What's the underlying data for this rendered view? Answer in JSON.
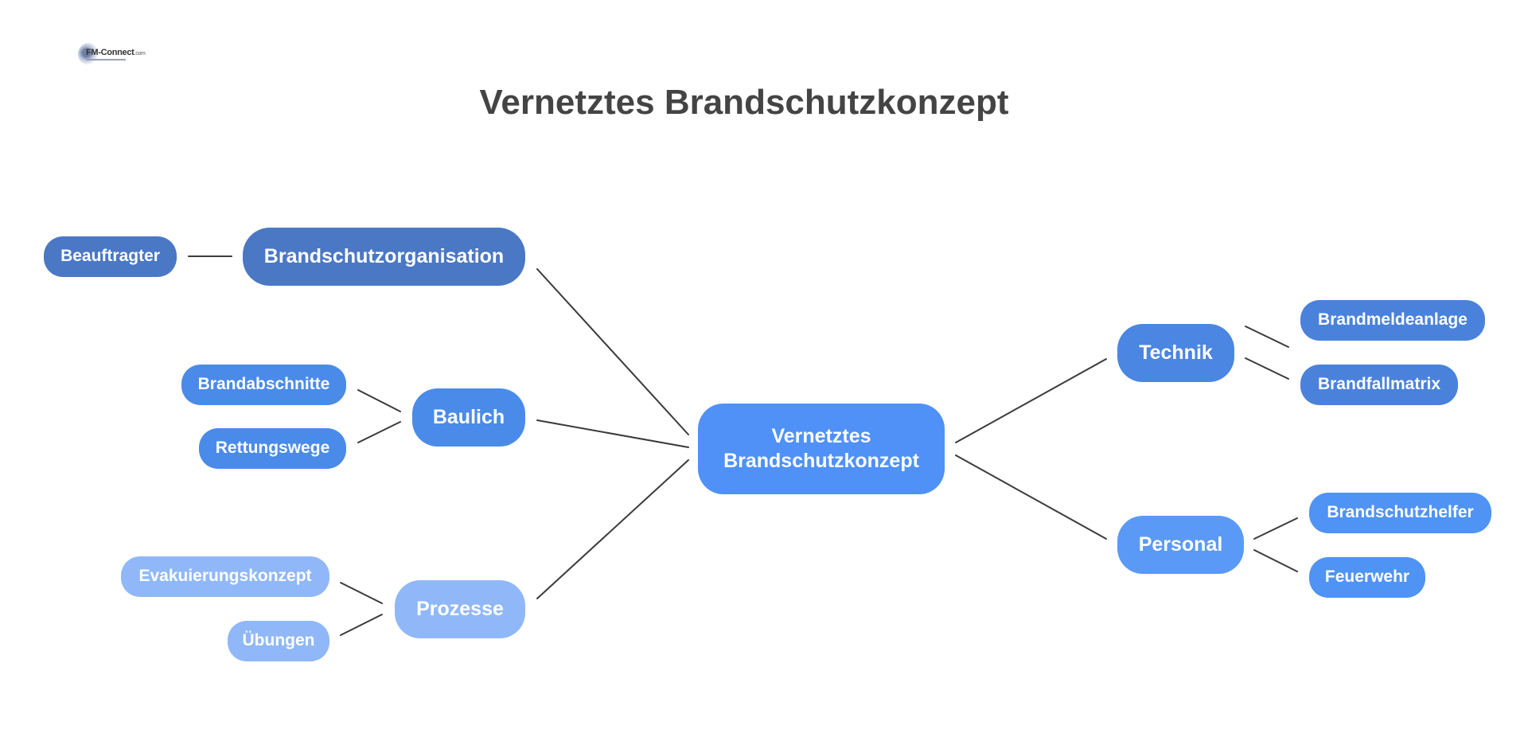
{
  "logo": {
    "text": "FM-Connect",
    "domain": ".com"
  },
  "title": "Vernetztes Brandschutzkonzept",
  "colors": {
    "center": "#4f91f7",
    "organisation": "#4a78c5",
    "baulich": "#4a8be9",
    "prozesse": "#90b8f8",
    "technik": "#4a86e2",
    "personal": "#5a9af6",
    "lines": "#3a3a3a"
  },
  "center": {
    "line1": "Vernetztes",
    "line2": "Brandschutzkonzept"
  },
  "branches": {
    "organisation": {
      "label": "Brandschutzorganisation",
      "children": [
        "Beauftragter"
      ]
    },
    "baulich": {
      "label": "Baulich",
      "children": [
        "Brandabschnitte",
        "Rettungswege"
      ]
    },
    "prozesse": {
      "label": "Prozesse",
      "children": [
        "Evakuierungskonzept",
        "Übungen"
      ]
    },
    "technik": {
      "label": "Technik",
      "children": [
        "Brandmeldeanlage",
        "Brandfallmatrix"
      ]
    },
    "personal": {
      "label": "Personal",
      "children": [
        "Brandschutzhelfer",
        "Feuerwehr"
      ]
    }
  }
}
